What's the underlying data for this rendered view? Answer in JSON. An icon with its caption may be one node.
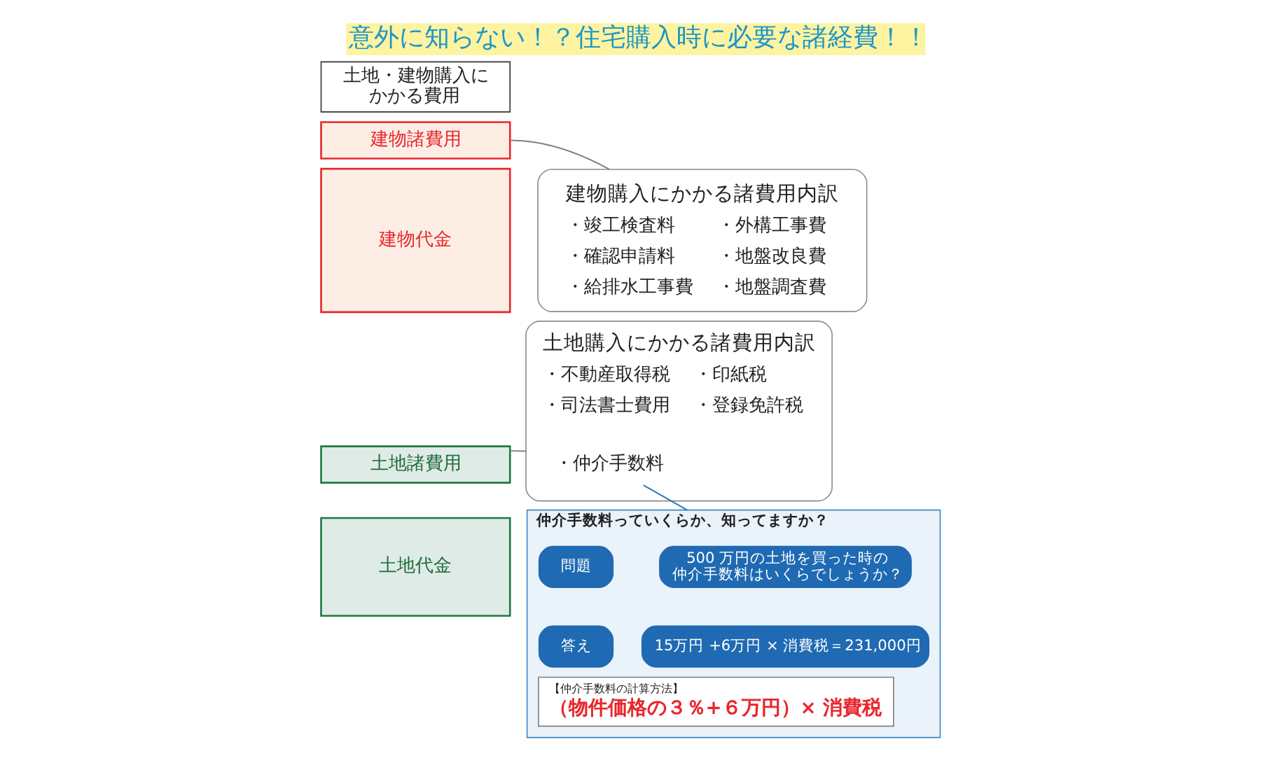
{
  "diagram": {
    "title": "意外に知らない！？住宅購入時に必要な諸経費！！",
    "nodes": [
      {
        "text": [
          "土地・建物購入にかかる費用"
        ]
      },
      {
        "text": [
          "建物諸費用"
        ]
      },
      {
        "text": [
          "建物代金"
        ]
      },
      {
        "text": [
          "土地諸費用"
        ]
      },
      {
        "text": [
          "土地代金"
        ]
      },
      {
        "text": [
          "建物購入にかかる諸費用内訳",
          "・竣工検査料",
          "・外構工事費",
          "・確認申請料",
          "・地盤改良費",
          "・給排水工事費",
          "・地盤調査費"
        ]
      },
      {
        "text": [
          "土地購入にかかる諸費用内訳",
          "・不動産取得税",
          "・印紙税",
          "・司法書士費用",
          "・登録免許税"
        ]
      },
      {
        "text": [
          "・仲介手数料"
        ],
        "in": 6
      },
      {
        "text": [
          "仲介手数料っていくらか、知ってますか？"
        ]
      },
      {
        "text": [
          "問題"
        ],
        "in": 8
      },
      {
        "text": [
          "500 万円の土地を買った時の仲介手数料はいくらでしょうか？"
        ],
        "in": 8
      },
      {
        "text": [
          "答え"
        ],
        "in": 8
      },
      {
        "text": [
          "15万円 +6万円 × 消費税＝231,000円"
        ],
        "in": 8
      },
      {
        "text": [
          "【仲介手数料の計算方法】",
          "（物件価格の３％+６万円）× 消費税"
        ],
        "in": 8
      }
    ],
    "edges": [
      {
        "from": 1,
        "to": 5,
        "arrow": "none"
      },
      {
        "from": 3,
        "to": 6,
        "arrow": "none"
      },
      {
        "from": 7,
        "to": 8,
        "arrow": "none",
        "color": "#2e75b6"
      }
    ]
  }
}
